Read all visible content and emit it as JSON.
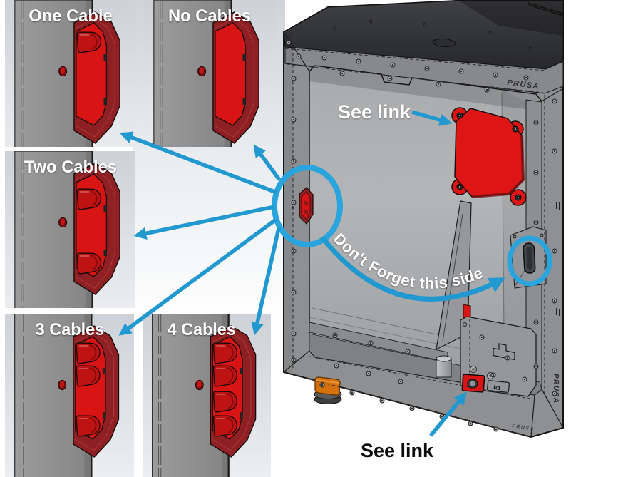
{
  "panels": [
    {
      "label": "One Cable",
      "cable_slots": 1
    },
    {
      "label": "No Cables",
      "cable_slots": 0
    },
    {
      "label": "Two Cables",
      "cable_slots": 2
    },
    {
      "label": "3 Cables",
      "cable_slots": 3
    },
    {
      "label": "4 Cables",
      "cable_slots": 4
    }
  ],
  "callouts": {
    "see_link_top": "See link",
    "see_link_bottom": "See link",
    "dont_forget": "Don't Forget this side"
  },
  "enclosure": {
    "brand": "PRUSA",
    "psu_label": "R1"
  },
  "colors": {
    "accent_blue": "#29a4dc",
    "grommet_red": "#d81414",
    "grommet_dark_red": "#8e1f22",
    "panel_gray": "#8e8e8e",
    "frame_gray": "#8e9092",
    "top_dark": "#333436",
    "foot_orange": "#d4710c"
  }
}
